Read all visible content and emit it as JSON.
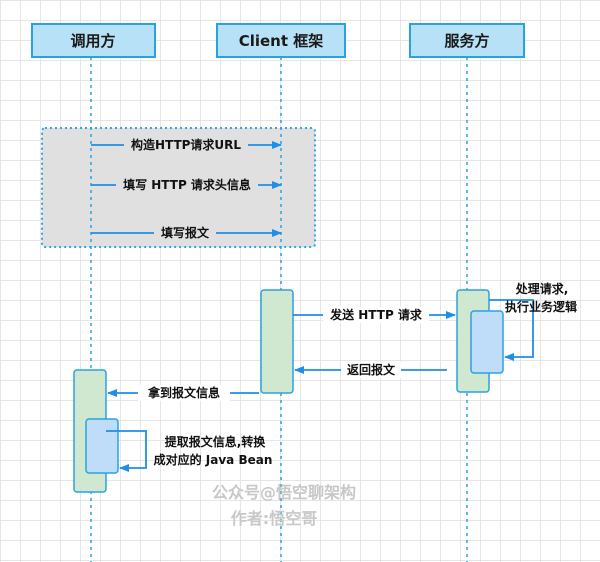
{
  "participants": {
    "caller": "调用方",
    "client": "Client 框架",
    "server": "服务方"
  },
  "messages": {
    "build_url": "构造HTTP请求URL",
    "fill_header": "填写 HTTP 请求头信息",
    "fill_body": "填写报文",
    "send_request": "发送 HTTP 请求",
    "return_body": "返回报文",
    "get_body": "拿到报文信息"
  },
  "notes": {
    "server_line1": "处理请求,",
    "server_line2": "执行业务逻辑",
    "caller_line1": "提取报文信息,转换",
    "caller_line2": "成对应的 Java Bean"
  },
  "watermark": {
    "line1": "公众号@悟空聊架构",
    "line2": "作者:悟空哥"
  },
  "colors": {
    "header_fill": "#b7e1f6",
    "header_stroke": "#29a3e0",
    "lifeline": "#29a3e0",
    "group_fill": "#e0e0e0",
    "group_stroke": "#2ea7e0",
    "activation_green": "#cfe8cf",
    "activation_green_stroke": "#29a3e0",
    "activation_blue": "#bfdcf8",
    "arrow": "#1f8ee8"
  }
}
